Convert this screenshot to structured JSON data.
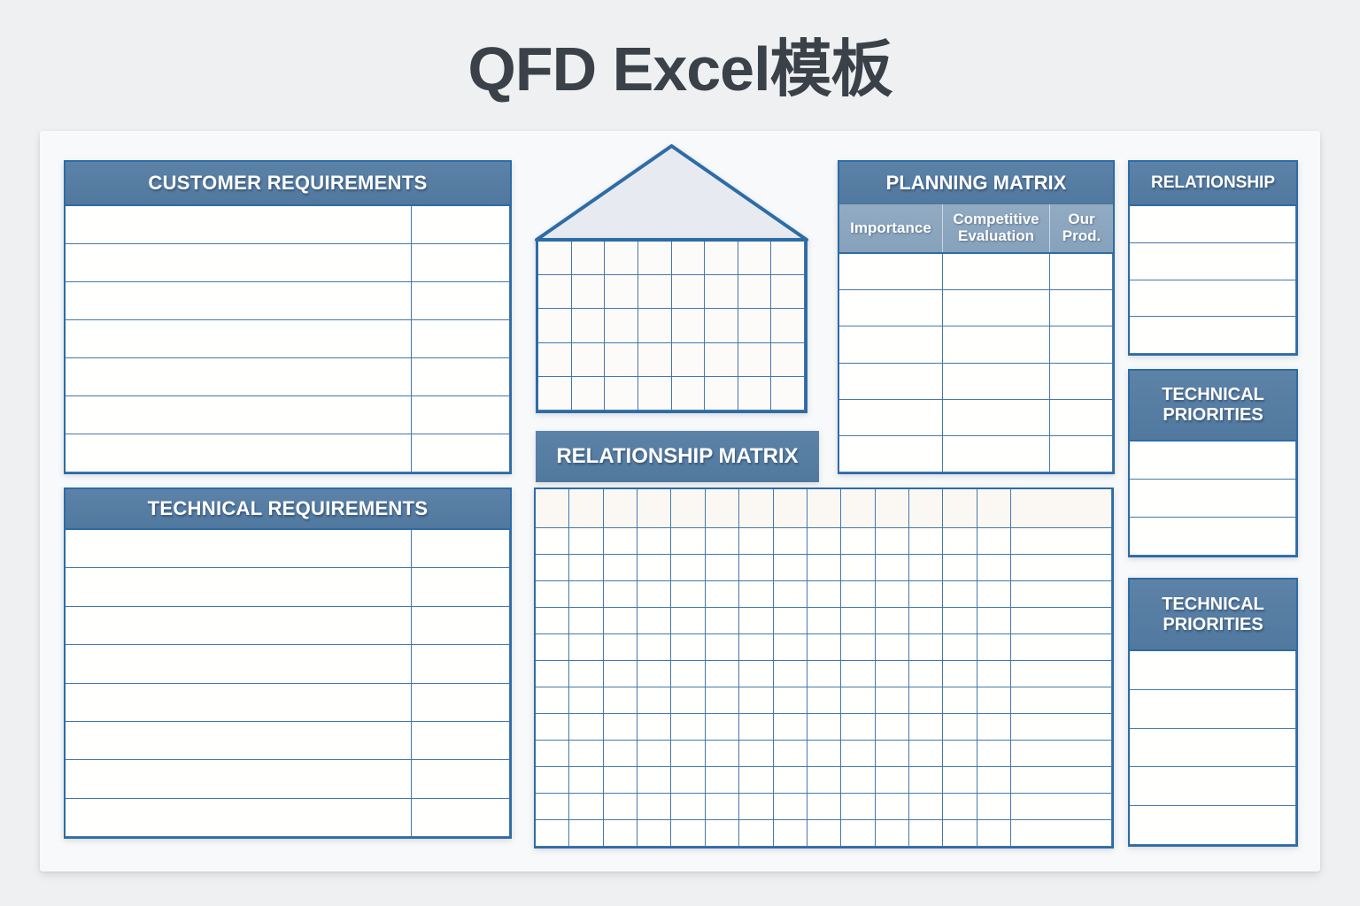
{
  "page": {
    "title": "QFD Excel模板",
    "background": "#eff0f1",
    "canvas_background": "#f8f9fa"
  },
  "colors": {
    "header_blue": "#53799f",
    "subheader_blue": "#8aa3bc",
    "border_dark": "#2d6ca5",
    "grid_line": "#4478aa",
    "roof_fill": "#e7ebf1",
    "title_text": "#3a4148"
  },
  "sections": {
    "customer_requirements": {
      "title": "CUSTOMER REQUIREMENTS",
      "rows": 7,
      "cols": 2
    },
    "technical_requirements": {
      "title": "TECHNICAL REQUIREMENTS",
      "rows": 8,
      "cols": 2
    },
    "house_of_quality": {
      "rows": 5,
      "cols": 8
    },
    "relationship_matrix": {
      "title": "RELATIONSHIP MATRIX",
      "rows": 13,
      "cols": 15
    },
    "planning_matrix": {
      "title": "PLANNING MATRIX",
      "columns": [
        "Importance",
        "Competitive Evaluation",
        "Our Prod."
      ],
      "rows": 6,
      "cols": 3
    },
    "relationship": {
      "title": "RELATIONSHIP",
      "rows": 4,
      "cols": 1
    },
    "technical_priorities_top": {
      "title": "TECHNICAL PRIORITIES",
      "rows": 3,
      "cols": 1
    },
    "technical_priorities_bottom": {
      "title": "TECHNICAL PRIORITIES",
      "rows": 5,
      "cols": 1
    }
  }
}
